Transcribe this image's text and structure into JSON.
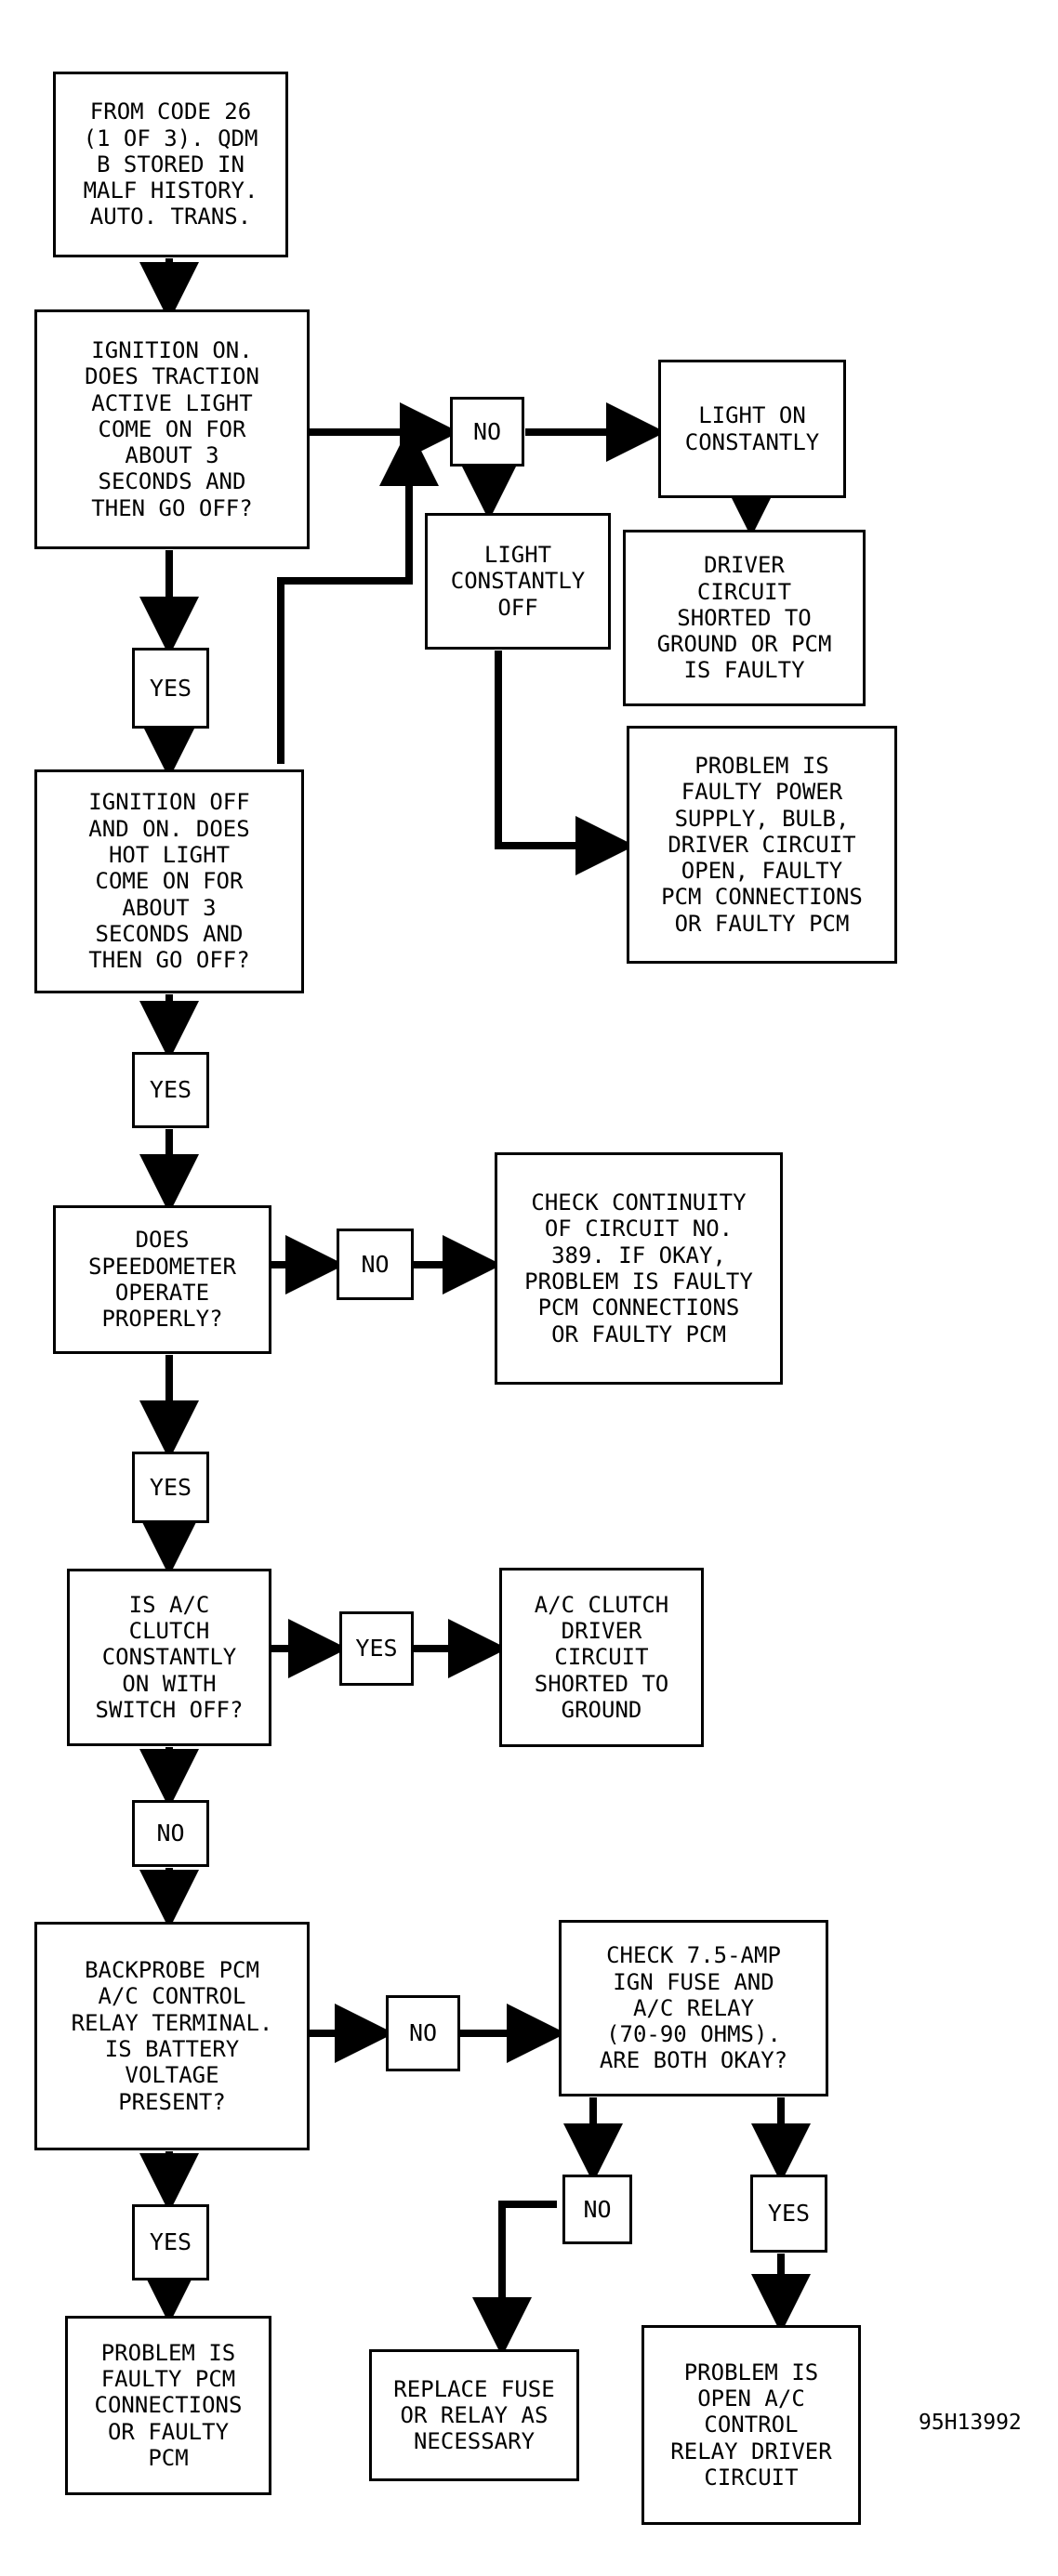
{
  "nodes": {
    "start": "FROM CODE 26\n(1 OF 3). QDM\nB STORED IN\nMALF HISTORY.\nAUTO. TRANS.",
    "q_traction": "IGNITION ON.\nDOES TRACTION\nACTIVE LIGHT\nCOME ON FOR\nABOUT 3\nSECONDS AND\nTHEN GO OFF?",
    "no_1": "NO",
    "light_on": "LIGHT ON\nCONSTANTLY",
    "light_off": "LIGHT\nCONSTANTLY\nOFF",
    "driver_shorted": "DRIVER\nCIRCUIT\nSHORTED TO\nGROUND OR PCM\nIS FAULTY",
    "power_supply": "PROBLEM IS\nFAULTY POWER\nSUPPLY, BULB,\nDRIVER CIRCUIT\nOPEN, FAULTY\nPCM CONNECTIONS\nOR FAULTY PCM",
    "yes_1": "YES",
    "q_hot": "IGNITION OFF\nAND ON. DOES\nHOT LIGHT\nCOME ON FOR\nABOUT 3\nSECONDS AND\nTHEN GO OFF?",
    "yes_2": "YES",
    "q_speedo": "DOES\nSPEEDOMETER\nOPERATE\nPROPERLY?",
    "no_2": "NO",
    "check_389": "CHECK CONTINUITY\nOF CIRCUIT NO.\n389. IF OKAY,\nPROBLEM IS FAULTY\nPCM CONNECTIONS\nOR FAULTY PCM",
    "yes_3": "YES",
    "q_clutch": "IS A/C\nCLUTCH\nCONSTANTLY\nON WITH\nSWITCH OFF?",
    "yes_4": "YES",
    "clutch_shorted": "A/C CLUTCH\nDRIVER\nCIRCUIT\nSHORTED TO\nGROUND",
    "no_3": "NO",
    "q_backprobe": "BACKPROBE PCM\nA/C CONTROL\nRELAY TERMINAL.\nIS BATTERY\nVOLTAGE\nPRESENT?",
    "no_4": "NO",
    "check_fuse": "CHECK 7.5-AMP\nIGN FUSE AND\nA/C RELAY\n(70-90 OHMS).\nARE BOTH OKAY?",
    "yes_5": "YES",
    "pcm_faulty": "PROBLEM IS\nFAULTY PCM\nCONNECTIONS\nOR FAULTY\nPCM",
    "no_5": "NO",
    "yes_6": "YES",
    "replace_fuse": "REPLACE FUSE\nOR RELAY AS\nNECESSARY",
    "open_relay": "PROBLEM IS\nOPEN A/C\nCONTROL\nRELAY DRIVER\nCIRCUIT"
  },
  "figure_id": "95H13992"
}
